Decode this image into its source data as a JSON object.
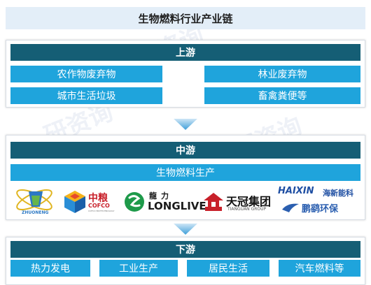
{
  "title": "生物燃料行业产业链",
  "upstream": {
    "header": "上游",
    "items": [
      "农作物废弃物",
      "林业废弃物",
      "城市生活垃圾",
      "畜禽粪便等"
    ]
  },
  "midstream": {
    "header": "中游",
    "process": "生物燃料生产",
    "companies": [
      {
        "logo": "zhuoyue-logo",
        "text": "ZHUONENG"
      },
      {
        "logo": "cofco-logo",
        "text_cn": "中粮",
        "text_en": "COFCO",
        "sub": "COFCO BIOTECHNOLOGY"
      },
      {
        "logo": "longlive-logo",
        "text_cn": "龍力",
        "text_en": "LONGLIVE"
      },
      {
        "logo": "tianguan-logo",
        "text_cn": "天冠集团",
        "text_en": "TIANGUAN GROUP"
      },
      {
        "logo": "haixin-logo",
        "text_en": "HAIXIN",
        "text_cn": "海新能科",
        "text2": "鹏鹞环保"
      }
    ]
  },
  "downstream": {
    "header": "下游",
    "items": [
      "热力发电",
      "工业生产",
      "居民生活",
      "汽车燃料等"
    ]
  },
  "watermark": "研资询",
  "colors": {
    "header": "#155e75",
    "cell": "#1fa4dc",
    "title_bg": "#e3eef8",
    "arrow": "#5ab4e5"
  }
}
